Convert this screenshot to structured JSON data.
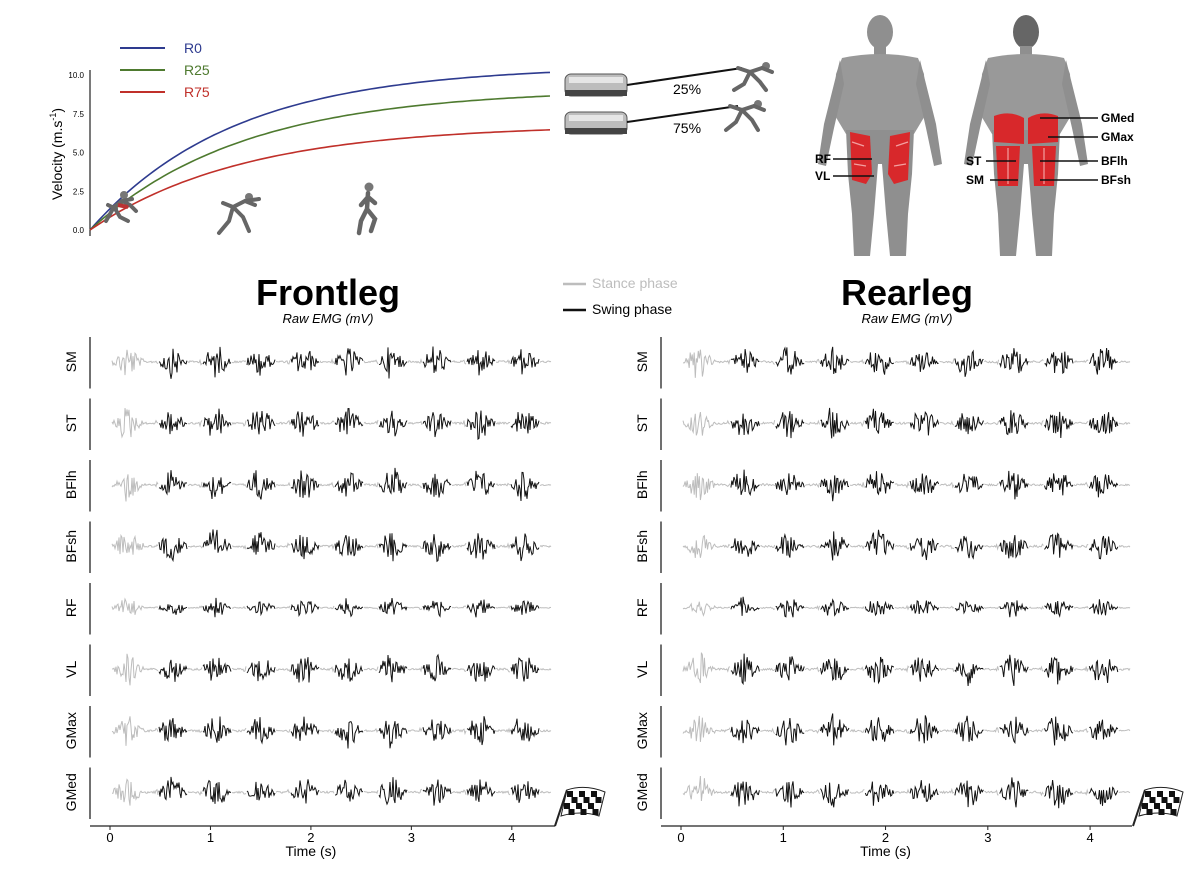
{
  "colors": {
    "r0": "#2e3b8f",
    "r25": "#4e7a2f",
    "r75": "#c0302a",
    "stance": "#bdbdbd",
    "swing": "#111111",
    "muscle_highlight": "#d8282b",
    "body": "#8f8f8f"
  },
  "velocity_chart": {
    "type": "line",
    "ylabel": "Velocity (m.s",
    "ylabel_sup": "-1",
    "yticks": [
      "0.0",
      "2.5",
      "5.0",
      "7.5",
      "10.0"
    ],
    "ylim": [
      0,
      10.5
    ],
    "series": [
      {
        "name": "R0",
        "color": "#2e3b8f",
        "plateau": 10.6
      },
      {
        "name": "R25",
        "color": "#4e7a2f",
        "plateau": 9.1
      },
      {
        "name": "R75",
        "color": "#c0302a",
        "plateau": 6.8
      }
    ],
    "sled_labels": [
      "25%",
      "75%"
    ]
  },
  "muscles_front": [
    "RF",
    "VL"
  ],
  "muscles_back_left": [
    "ST",
    "SM"
  ],
  "muscles_back_right": [
    "GMed",
    "GMax",
    "BFlh",
    "BFsh"
  ],
  "legend": {
    "stance": "Stance phase",
    "swing": "Swing phase"
  },
  "emg": {
    "xlabel": "Time (s)",
    "xticks": [
      "0",
      "1",
      "2",
      "3",
      "4"
    ],
    "xlim": [
      0,
      4.4
    ],
    "channels": [
      "SM",
      "ST",
      "BFlh",
      "BFsh",
      "RF",
      "VL",
      "GMax",
      "GMed"
    ],
    "panels": [
      {
        "title": "Frontleg",
        "subtitle": "Raw EMG (mV)"
      },
      {
        "title": "Rearleg",
        "subtitle": "Raw EMG (mV)"
      }
    ]
  }
}
